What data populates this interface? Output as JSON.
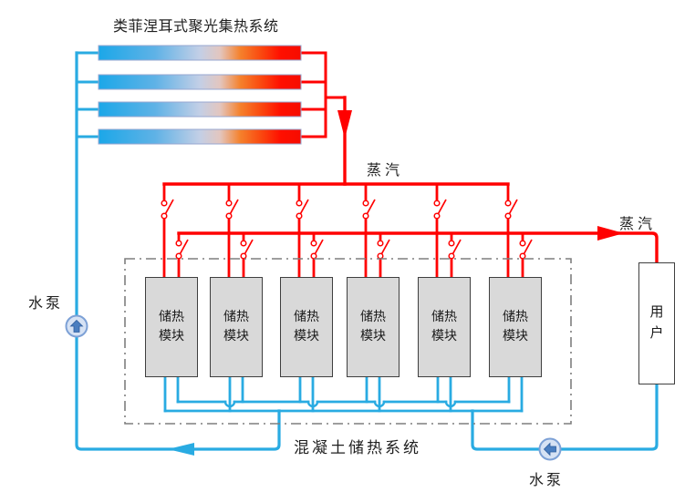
{
  "title": "类菲涅耳式聚光集热系统",
  "labels": {
    "steam_top": "蒸汽",
    "steam_right": "蒸汽",
    "pump_left": "水泵",
    "pump_right": "水泵",
    "storage_system": "混凝土储热系统",
    "user": "用户"
  },
  "collectors": {
    "count": 4
  },
  "modules": {
    "count": 6,
    "items": [
      {
        "label": "储热模块"
      },
      {
        "label": "储热模块"
      },
      {
        "label": "储热模块"
      },
      {
        "label": "储热模块"
      },
      {
        "label": "储热模块"
      },
      {
        "label": "储热模块"
      }
    ]
  },
  "colors": {
    "steam_pipe": "#ff0000",
    "water_pipe": "#29abe2",
    "module_fill": "#d9d9d9",
    "module_border": "#3f3f3f",
    "boundary_dash": "#7f7f7f",
    "pump_fill": "#d6e2f4",
    "pump_arrow": "#4a7ec0",
    "collector_cold": "#1ba7e8",
    "collector_hot": "#ff0f00"
  }
}
